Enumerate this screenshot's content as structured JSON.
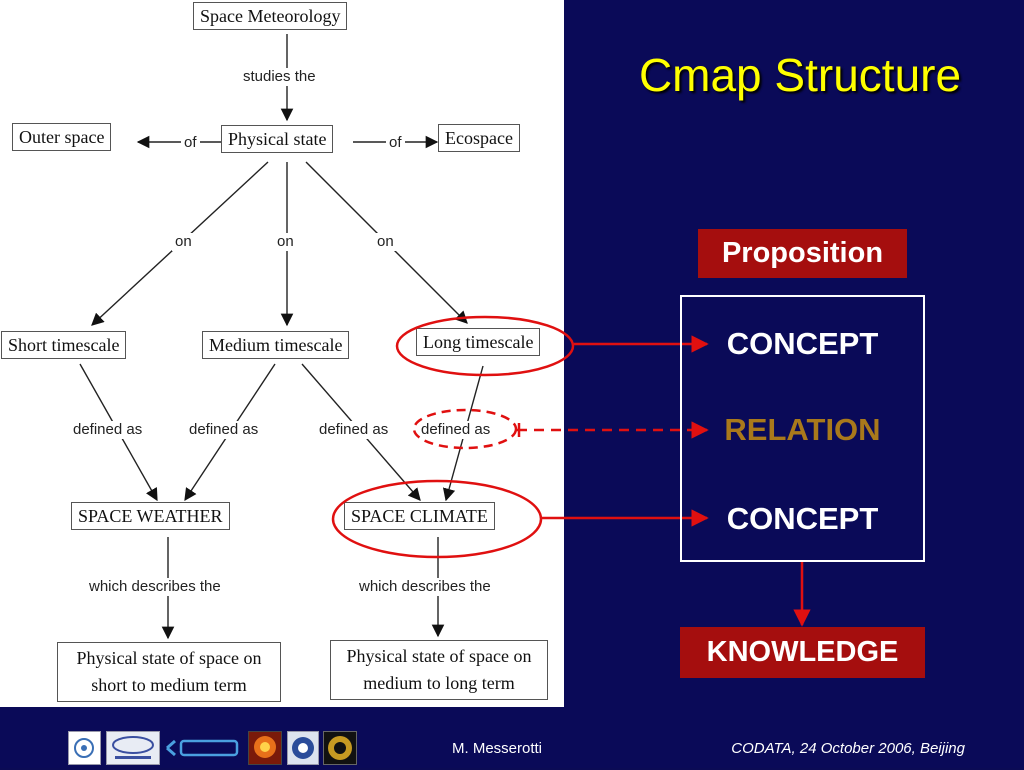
{
  "slide": {
    "title": "Cmap Structure",
    "footer_author": "M. Messerotti",
    "footer_event": "CODATA, 24 October 2006, Beijing"
  },
  "cmap": {
    "concepts": {
      "space_meteorology": "Space Meteorology",
      "physical_state": "Physical state",
      "outer_space": "Outer space",
      "ecospace": "Ecospace",
      "short_timescale": "Short timescale",
      "medium_timescale": "Medium timescale",
      "long_timescale": "Long timescale",
      "space_weather": "SPACE WEATHER",
      "space_climate": "SPACE CLIMATE",
      "physical_short_medium": "Physical state of space on short to medium term",
      "physical_medium_long": "Physical state of space on medium to long term"
    },
    "links": {
      "studies_the": "studies the",
      "of": "of",
      "on": "on",
      "defined_as": "defined as",
      "which_describes_the": "which describes the"
    }
  },
  "legend": {
    "proposition": "Proposition",
    "concept": "CONCEPT",
    "relation": "RELATION",
    "knowledge": "KNOWLEDGE"
  },
  "colors": {
    "background": "#0a0a58",
    "title": "#ffff00",
    "badge": "#a50e0e",
    "relation": "#a9791b",
    "highlight": "#e01010"
  },
  "logos": [
    "logo-1",
    "asi-logo",
    "cost-logo",
    "logo-4",
    "logo-5",
    "logo-6"
  ]
}
